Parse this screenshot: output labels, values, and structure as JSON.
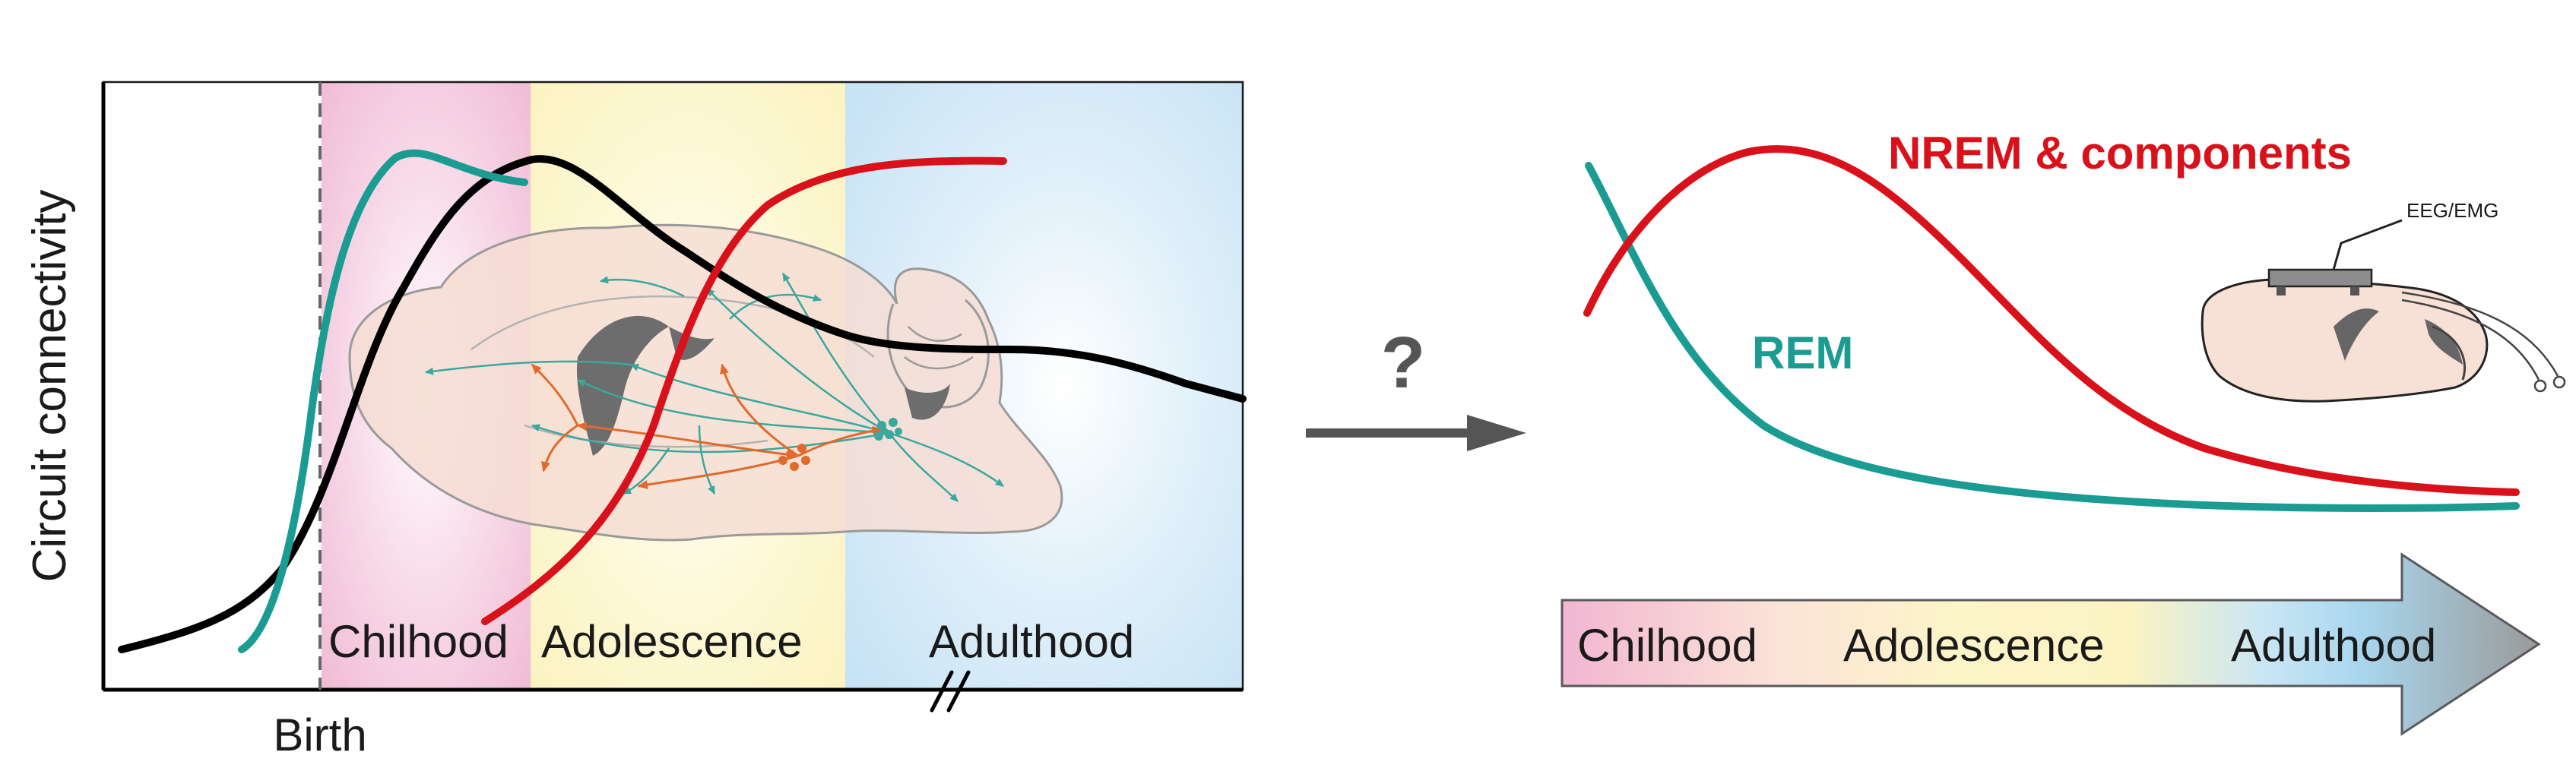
{
  "left_panel": {
    "ylabel": "Circuit connectivity",
    "birth_label": "Birth",
    "stages": [
      "Chilhood",
      "Adolescence",
      "Adulthood"
    ]
  },
  "arrow": {
    "question": "?"
  },
  "right_panel": {
    "nrem_label": "NREM & components",
    "rem_label": "REM",
    "device_label": "EEG/EMG",
    "timeline": [
      "Chilhood",
      "Adolescence",
      "Adulthood"
    ]
  },
  "colors": {
    "black_curve": "#000000",
    "teal": "#1a9c93",
    "red": "#d9111b",
    "childhood_band": "#f3c3da",
    "adolescence_band": "#fcf5c6",
    "adulthood_band": "#cfe7f6",
    "arrow_gray": "#555555",
    "neuron_orange": "#e06a2c"
  }
}
